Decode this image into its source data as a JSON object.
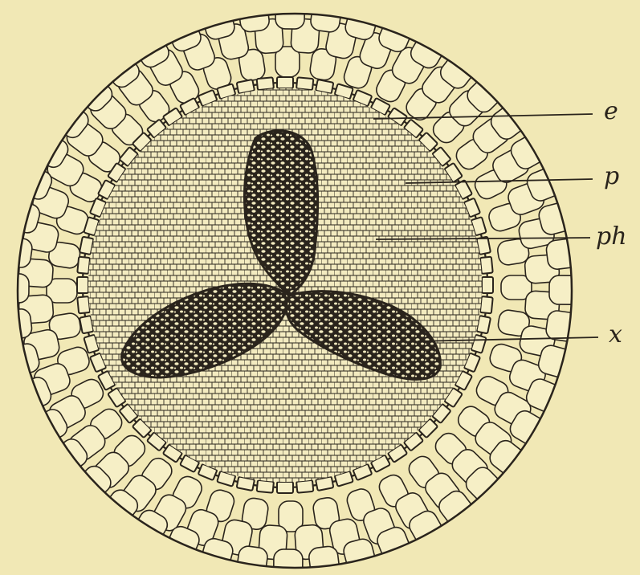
{
  "figure": {
    "colors": {
      "background": "#f1e8b5",
      "ink": "#2a241c",
      "cell_fill": "#f6efc6",
      "dense_tissue": "#2a241c"
    },
    "labels": [
      {
        "id": "e",
        "text": "e"
      },
      {
        "id": "p",
        "text": "p"
      },
      {
        "id": "ph",
        "text": "ph"
      },
      {
        "id": "x",
        "text": "x"
      }
    ]
  }
}
